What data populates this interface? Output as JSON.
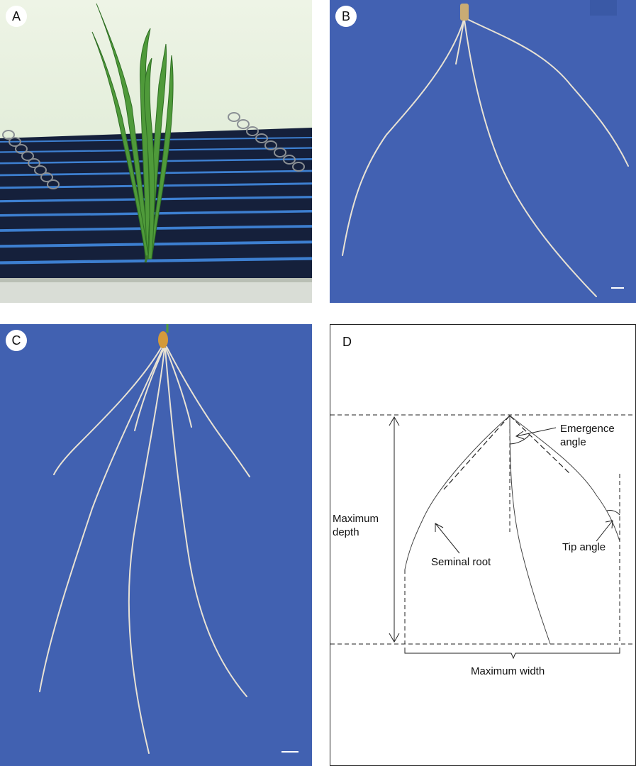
{
  "panels": {
    "a": {
      "letter": "A"
    },
    "b": {
      "letter": "B"
    },
    "c": {
      "letter": "C"
    },
    "d": {
      "letter": "D",
      "labels": {
        "emergence_line1": "Emergence",
        "emergence_line2": "angle",
        "max_depth_line1": "Maximum",
        "max_depth_line2": "depth",
        "tip_angle": "Tip angle",
        "seminal_root": "Seminal root",
        "max_width": "Maximum width"
      }
    }
  },
  "colors": {
    "blue_background": "#3f5fb0",
    "root_color": "#e8e2d4",
    "leaf_green": "#4f9a3a",
    "tray_dark": "#14203a",
    "tray_stripe": "#3d7fd0",
    "greenhouse_bg": "#e4eedc"
  }
}
